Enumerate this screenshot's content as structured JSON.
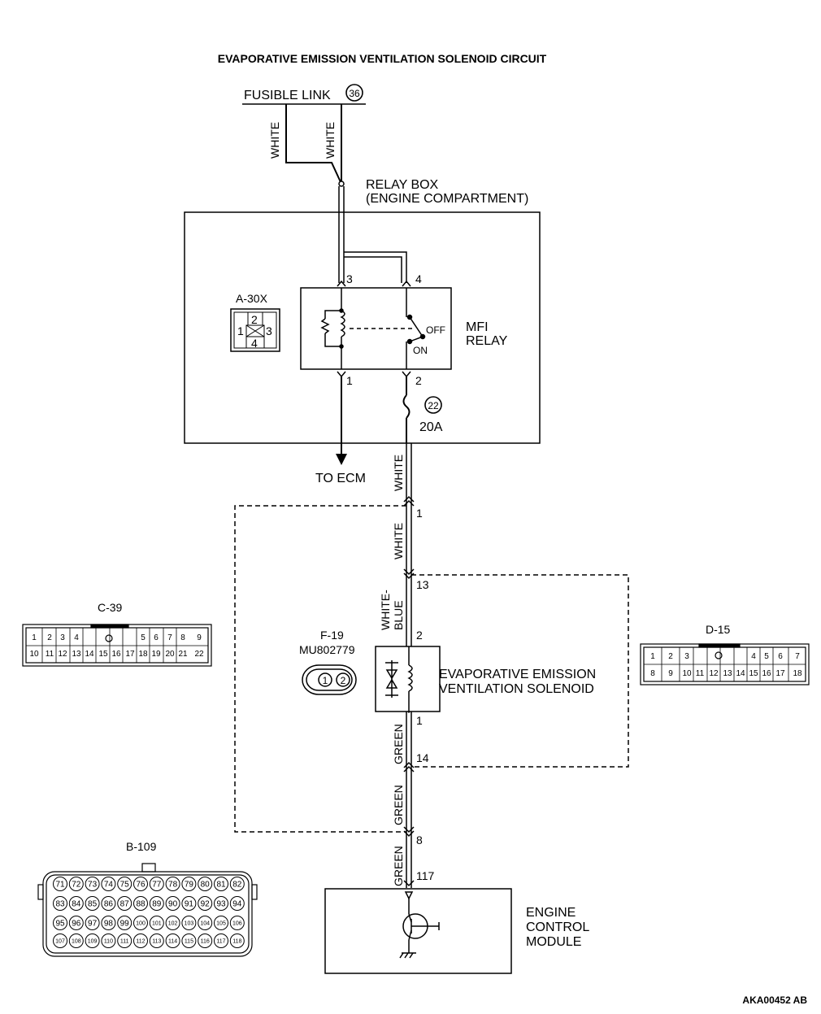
{
  "title": "EVAPORATIVE EMISSION VENTILATION SOLENOID CIRCUIT",
  "fusible_link": {
    "label": "FUSIBLE LINK",
    "number": "36"
  },
  "wires": {
    "white": "WHITE",
    "white_blue_1": "WHITE-",
    "white_blue_2": "BLUE",
    "green": "GREEN"
  },
  "relay_box": {
    "line1": "RELAY BOX",
    "line2": "(ENGINE COMPARTMENT)"
  },
  "relay_connector": {
    "id": "A-30X",
    "pins": [
      "1",
      "2",
      "3",
      "4"
    ]
  },
  "mfi_relay": {
    "line1": "MFI",
    "line2": "RELAY",
    "off": "OFF",
    "on": "ON",
    "pins": {
      "p1": "1",
      "p2": "2",
      "p3": "3",
      "p4": "4"
    }
  },
  "fuse": {
    "number": "22",
    "rating": "20A"
  },
  "to_ecm": "TO ECM",
  "junction_pins": {
    "j1": "1",
    "j13": "13",
    "j14": "14",
    "j8": "8",
    "ecm": "117"
  },
  "solenoid": {
    "line1": "EVAPORATIVE EMISSION",
    "line2": "VENTILATION SOLENOID",
    "pin_top": "2",
    "pin_bottom": "1"
  },
  "f19": {
    "id": "F-19",
    "part": "MU802779",
    "pins": [
      "1",
      "2"
    ]
  },
  "ecm": {
    "line1": "ENGINE",
    "line2": "CONTROL",
    "line3": "MODULE"
  },
  "c39": {
    "id": "C-39",
    "row1": [
      "1",
      "2",
      "3",
      "4",
      "5",
      "6",
      "7",
      "8",
      "9"
    ],
    "row2": [
      "10",
      "11",
      "12",
      "13",
      "14",
      "15",
      "16",
      "17",
      "18",
      "19",
      "20",
      "21",
      "22"
    ]
  },
  "d15": {
    "id": "D-15",
    "row1": [
      "1",
      "2",
      "3",
      "4",
      "5",
      "6",
      "7"
    ],
    "row2": [
      "8",
      "9",
      "10",
      "11",
      "12",
      "13",
      "14",
      "15",
      "16",
      "17",
      "18"
    ]
  },
  "b109": {
    "id": "B-109",
    "row1": [
      "71",
      "72",
      "73",
      "74",
      "75",
      "76",
      "77",
      "78",
      "79",
      "80",
      "81",
      "82"
    ],
    "row2": [
      "83",
      "84",
      "85",
      "86",
      "87",
      "88",
      "89",
      "90",
      "91",
      "92",
      "93",
      "94"
    ],
    "row3": [
      "95",
      "96",
      "97",
      "98",
      "99",
      "100",
      "101",
      "102",
      "103",
      "104",
      "105",
      "106"
    ],
    "row4": [
      "107",
      "108",
      "109",
      "110",
      "111",
      "112",
      "113",
      "114",
      "115",
      "116",
      "117",
      "118"
    ]
  },
  "footer_code": "AKA00452 AB"
}
